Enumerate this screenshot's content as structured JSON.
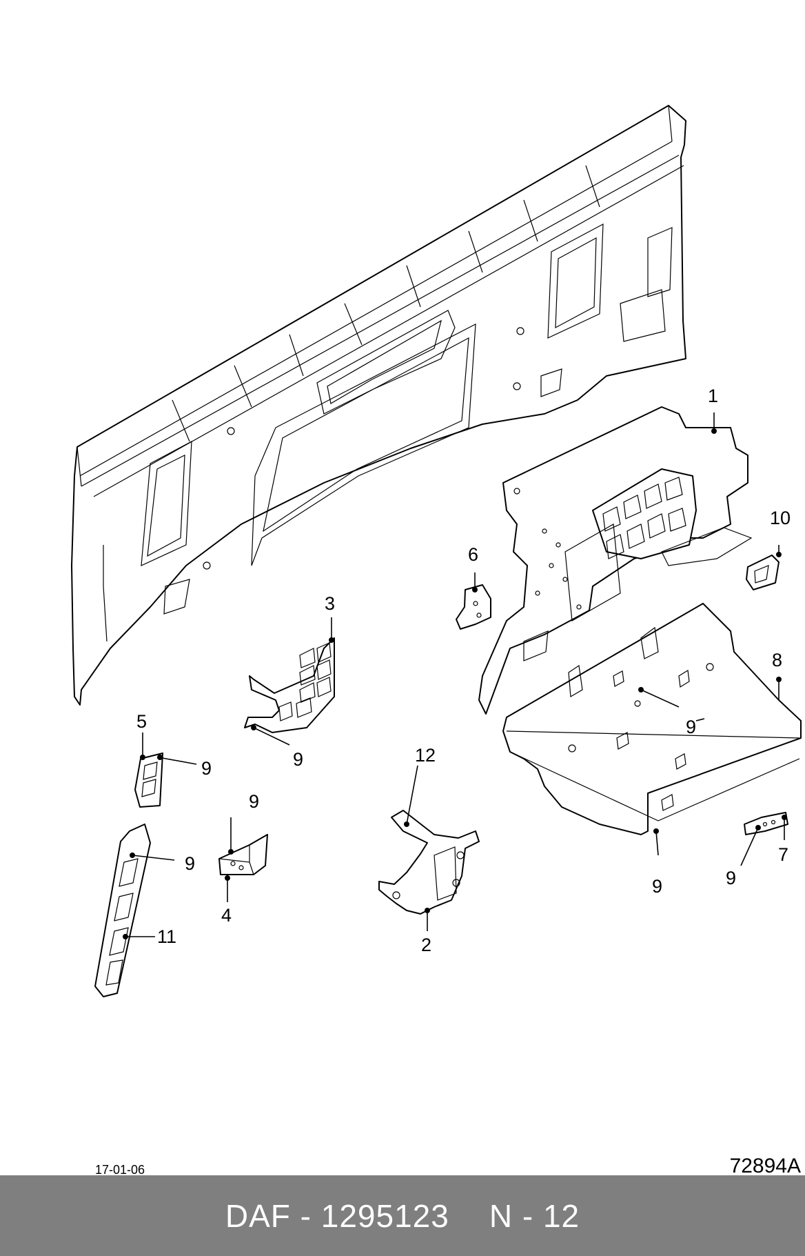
{
  "diagram": {
    "callouts": [
      {
        "id": "c1",
        "label": "1"
      },
      {
        "id": "c2",
        "label": "2"
      },
      {
        "id": "c3",
        "label": "3"
      },
      {
        "id": "c4",
        "label": "4"
      },
      {
        "id": "c5",
        "label": "5"
      },
      {
        "id": "c6",
        "label": "6"
      },
      {
        "id": "c7",
        "label": "7"
      },
      {
        "id": "c8",
        "label": "8"
      },
      {
        "id": "c9a",
        "label": "9"
      },
      {
        "id": "c9b",
        "label": "9"
      },
      {
        "id": "c9c",
        "label": "9"
      },
      {
        "id": "c9d",
        "label": "9"
      },
      {
        "id": "c9e",
        "label": "9"
      },
      {
        "id": "c9f",
        "label": "9"
      },
      {
        "id": "c9g",
        "label": "9"
      },
      {
        "id": "c10",
        "label": "10"
      },
      {
        "id": "c11",
        "label": "11"
      },
      {
        "id": "c12",
        "label": "12"
      }
    ],
    "date": "17-01-06",
    "drawing_number": "72894A"
  },
  "footer": {
    "brand_part": "DAF - 1295123",
    "code": "N - 12",
    "background": "#7f7f7f",
    "text_color": "#ffffff"
  }
}
